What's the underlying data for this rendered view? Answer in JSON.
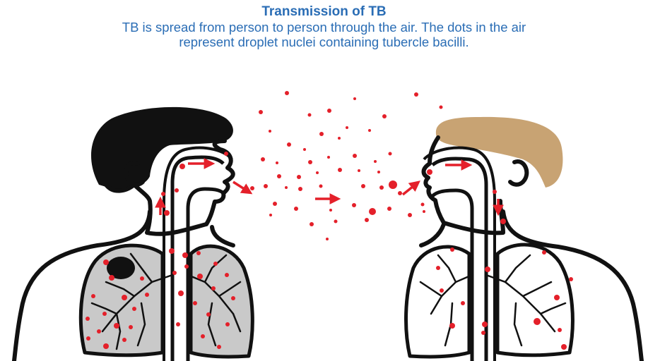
{
  "figure": {
    "title": "Transmission of TB",
    "description_line1": "TB is spread from person to person through the air. The dots in the air",
    "description_line2": "represent droplet nuclei containing tubercle bacilli."
  },
  "colors": {
    "title_text": "#2a6db5",
    "droplet": "#e4202a",
    "outline": "#111111",
    "lung_fill": "#c9c9c9",
    "hair_left": "#111111",
    "hair_right": "#c8a373"
  },
  "people": [
    {
      "role": "infectious-person",
      "side": "left",
      "has_cavity": true
    },
    {
      "role": "exposed-person",
      "side": "right",
      "has_cavity": false
    }
  ]
}
